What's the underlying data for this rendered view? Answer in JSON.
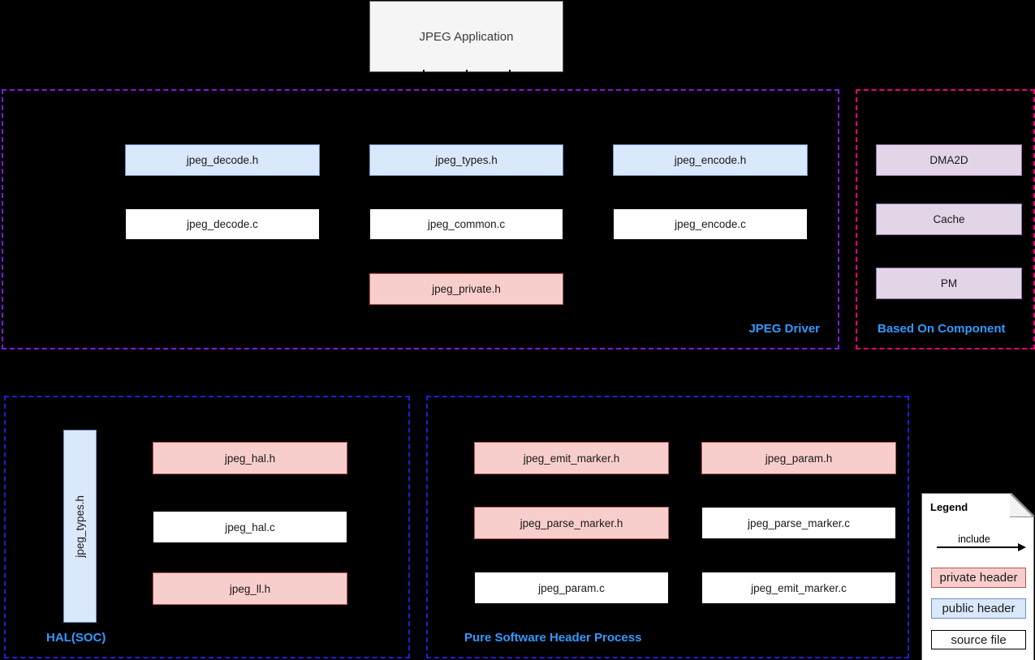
{
  "palette": {
    "background": "#000000",
    "public_header_fill": "#dae8fc",
    "public_header_border": "#6c8ebf",
    "private_header_fill": "#f8cecc",
    "private_header_border": "#b85450",
    "source_file_fill": "#ffffff",
    "source_file_border": "#000000",
    "component_fill": "#e1d5e7",
    "component_border": "#9673a6",
    "app_box_fill": "#f5f5f5",
    "group_label_color": "#3399ff",
    "jpeg_driver_border": "#7f19e6",
    "based_on_component_border": "#ef0078",
    "hal_soc_border": "#1f1fd9",
    "pure_software_border": "#1f1fd9"
  },
  "app_box": {
    "label": "JPEG Application"
  },
  "groups": {
    "jpeg_driver": {
      "label": "JPEG Driver",
      "boxes": {
        "jpeg_decode_h": {
          "label": "jpeg_decode.h",
          "type": "public header"
        },
        "jpeg_types_h": {
          "label": "jpeg_types.h",
          "type": "public header"
        },
        "jpeg_encode_h": {
          "label": "jpeg_encode.h",
          "type": "public header"
        },
        "jpeg_decode_c": {
          "label": "jpeg_decode.c",
          "type": "source file"
        },
        "jpeg_common_c": {
          "label": "jpeg_common.c",
          "type": "source file"
        },
        "jpeg_encode_c": {
          "label": "jpeg_encode.c",
          "type": "source file"
        },
        "jpeg_private_h": {
          "label": "jpeg_private.h",
          "type": "private header"
        }
      }
    },
    "based_on_component": {
      "label": "Based On Component",
      "boxes": {
        "dma2d": {
          "label": "DMA2D"
        },
        "cache": {
          "label": "Cache"
        },
        "pm": {
          "label": "PM"
        }
      }
    },
    "hal_soc": {
      "label": "HAL(SOC)",
      "boxes": {
        "jpeg_types_h_vertical": {
          "label": "jpeg_types.h",
          "type": "public header"
        },
        "jpeg_hal_h": {
          "label": "jpeg_hal.h",
          "type": "private header"
        },
        "jpeg_hal_c": {
          "label": "jpeg_hal.c",
          "type": "source file"
        },
        "jpeg_ll_h": {
          "label": "jpeg_ll.h",
          "type": "private header"
        }
      }
    },
    "pure_software": {
      "label": "Pure Software Header Process",
      "boxes": {
        "jpeg_emit_marker_h": {
          "label": "jpeg_emit_marker.h",
          "type": "private header"
        },
        "jpeg_param_h": {
          "label": "jpeg_param.h",
          "type": "private header"
        },
        "jpeg_parse_marker_h": {
          "label": "jpeg_parse_marker.h",
          "type": "private header"
        },
        "jpeg_parse_marker_c": {
          "label": "jpeg_parse_marker.c",
          "type": "source file"
        },
        "jpeg_param_c": {
          "label": "jpeg_param.c",
          "type": "source file"
        },
        "jpeg_emit_marker_c": {
          "label": "jpeg_emit_marker.c",
          "type": "source file"
        }
      }
    }
  },
  "legend": {
    "title": "Legend",
    "include_label": "include",
    "items": [
      {
        "label": "private header",
        "fill": "#f8cecc",
        "border": "#b85450"
      },
      {
        "label": "public header",
        "fill": "#dae8fc",
        "border": "#6c8ebf"
      },
      {
        "label": "source file",
        "fill": "#ffffff",
        "border": "#000000"
      }
    ]
  }
}
